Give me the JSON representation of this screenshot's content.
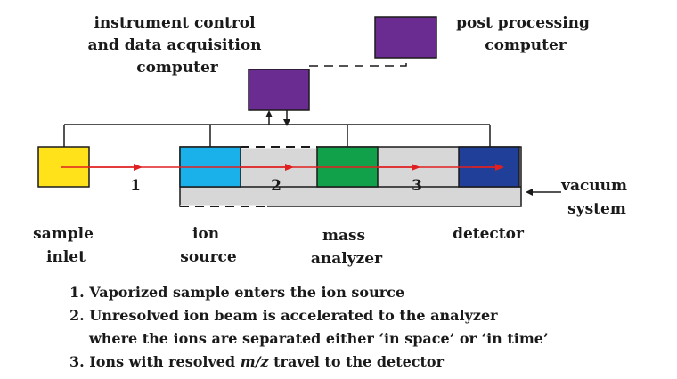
{
  "labels": {
    "instrument_computer": [
      "instrument control",
      "and data acquisition",
      "computer"
    ],
    "post_processing": [
      "post processing",
      "computer"
    ],
    "vacuum_system": [
      "vacuum",
      "system"
    ],
    "sample_inlet": [
      "sample",
      "inlet"
    ],
    "ion_source": [
      "ion",
      "source"
    ],
    "mass_analyzer": [
      "mass",
      "analyzer"
    ],
    "detector": [
      "detector"
    ]
  },
  "step_numbers": [
    "1",
    "2",
    "3"
  ],
  "steps": {
    "step1": "1. Vaporized sample enters the ion source",
    "step2a": "2. Unresolved ion beam is accelerated to the analyzer",
    "step2b": "where the ions are separated either ‘in space’ or ‘in time’",
    "step3_prefix": "3. Ions with resolved ",
    "step3_mz": "m/z",
    "step3_suffix": " travel to the detector"
  },
  "colors": {
    "computer": "#6a2c91",
    "sample_inlet": "#ffe21a",
    "ion_source": "#1ab0ea",
    "mass_analyzer": "#12a14b",
    "detector": "#1f3f99",
    "vacuum_chamber": "#d7d7d7",
    "ion_beam": "#e02020"
  }
}
